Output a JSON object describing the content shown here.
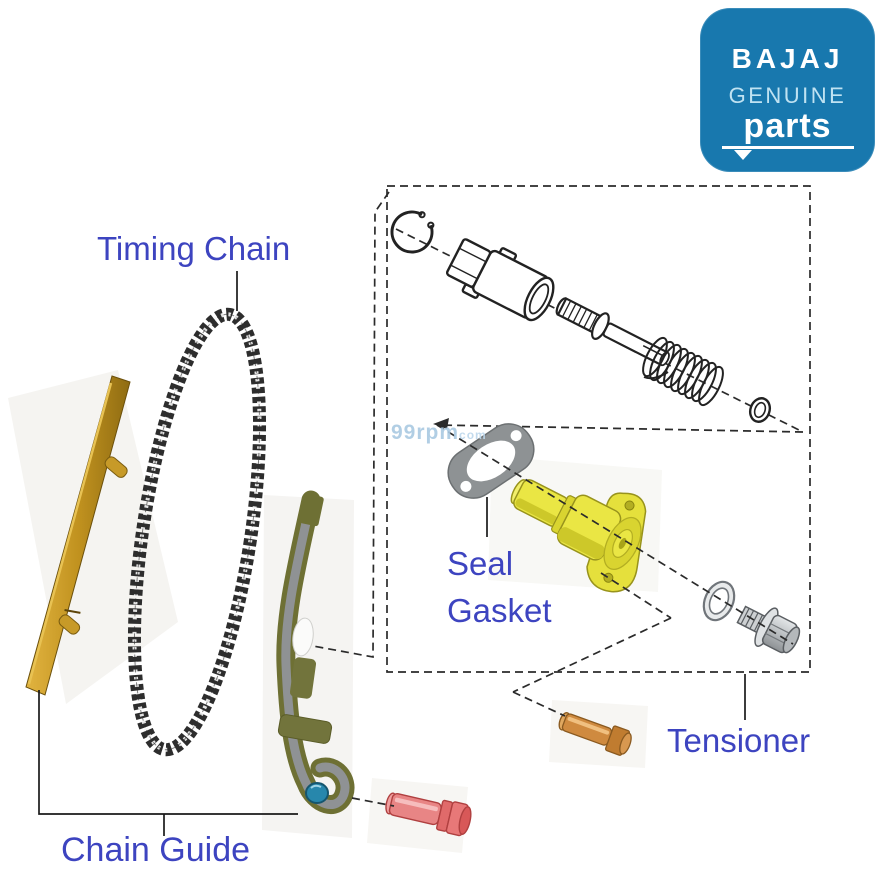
{
  "logo": {
    "brand": "BAJAJ",
    "line2": "GENUINE",
    "line3": "parts",
    "bg_color": "#1878ae"
  },
  "watermark": {
    "text": "99rpm",
    "suffix": "com"
  },
  "labels": {
    "timing_chain": "Timing Chain",
    "seal_gasket_line1": "Seal",
    "seal_gasket_line2": "Gasket",
    "tensioner": "Tensioner",
    "chain_guide": "Chain Guide",
    "text_color": "#3d44c0"
  },
  "parts": [
    {
      "name": "timing-chain",
      "color": "#2d2d2d"
    },
    {
      "name": "chain-guide-bar",
      "color": "#c1921f"
    },
    {
      "name": "chain-guide-arm",
      "color": "#8f9294"
    },
    {
      "name": "circlip",
      "color": "#222222"
    },
    {
      "name": "tensioner-body",
      "color": "#ffffff"
    },
    {
      "name": "tensioner-plunger",
      "color": "#ffffff"
    },
    {
      "name": "tensioner-spring",
      "color": "#ffffff"
    },
    {
      "name": "o-ring-small",
      "color": "#ffffff"
    },
    {
      "name": "seal-gasket",
      "color": "#8e9294"
    },
    {
      "name": "tensioner-housing",
      "color": "#eae644"
    },
    {
      "name": "sealing-washer",
      "color": "#e8eaeb"
    },
    {
      "name": "flanged-bolt",
      "color": "#c4c8ca"
    },
    {
      "name": "dowel-pin",
      "color": "#cf8a3f"
    },
    {
      "name": "mounting-bolt",
      "color": "#e88585"
    },
    {
      "name": "bushing",
      "color": "#2787ac"
    }
  ]
}
